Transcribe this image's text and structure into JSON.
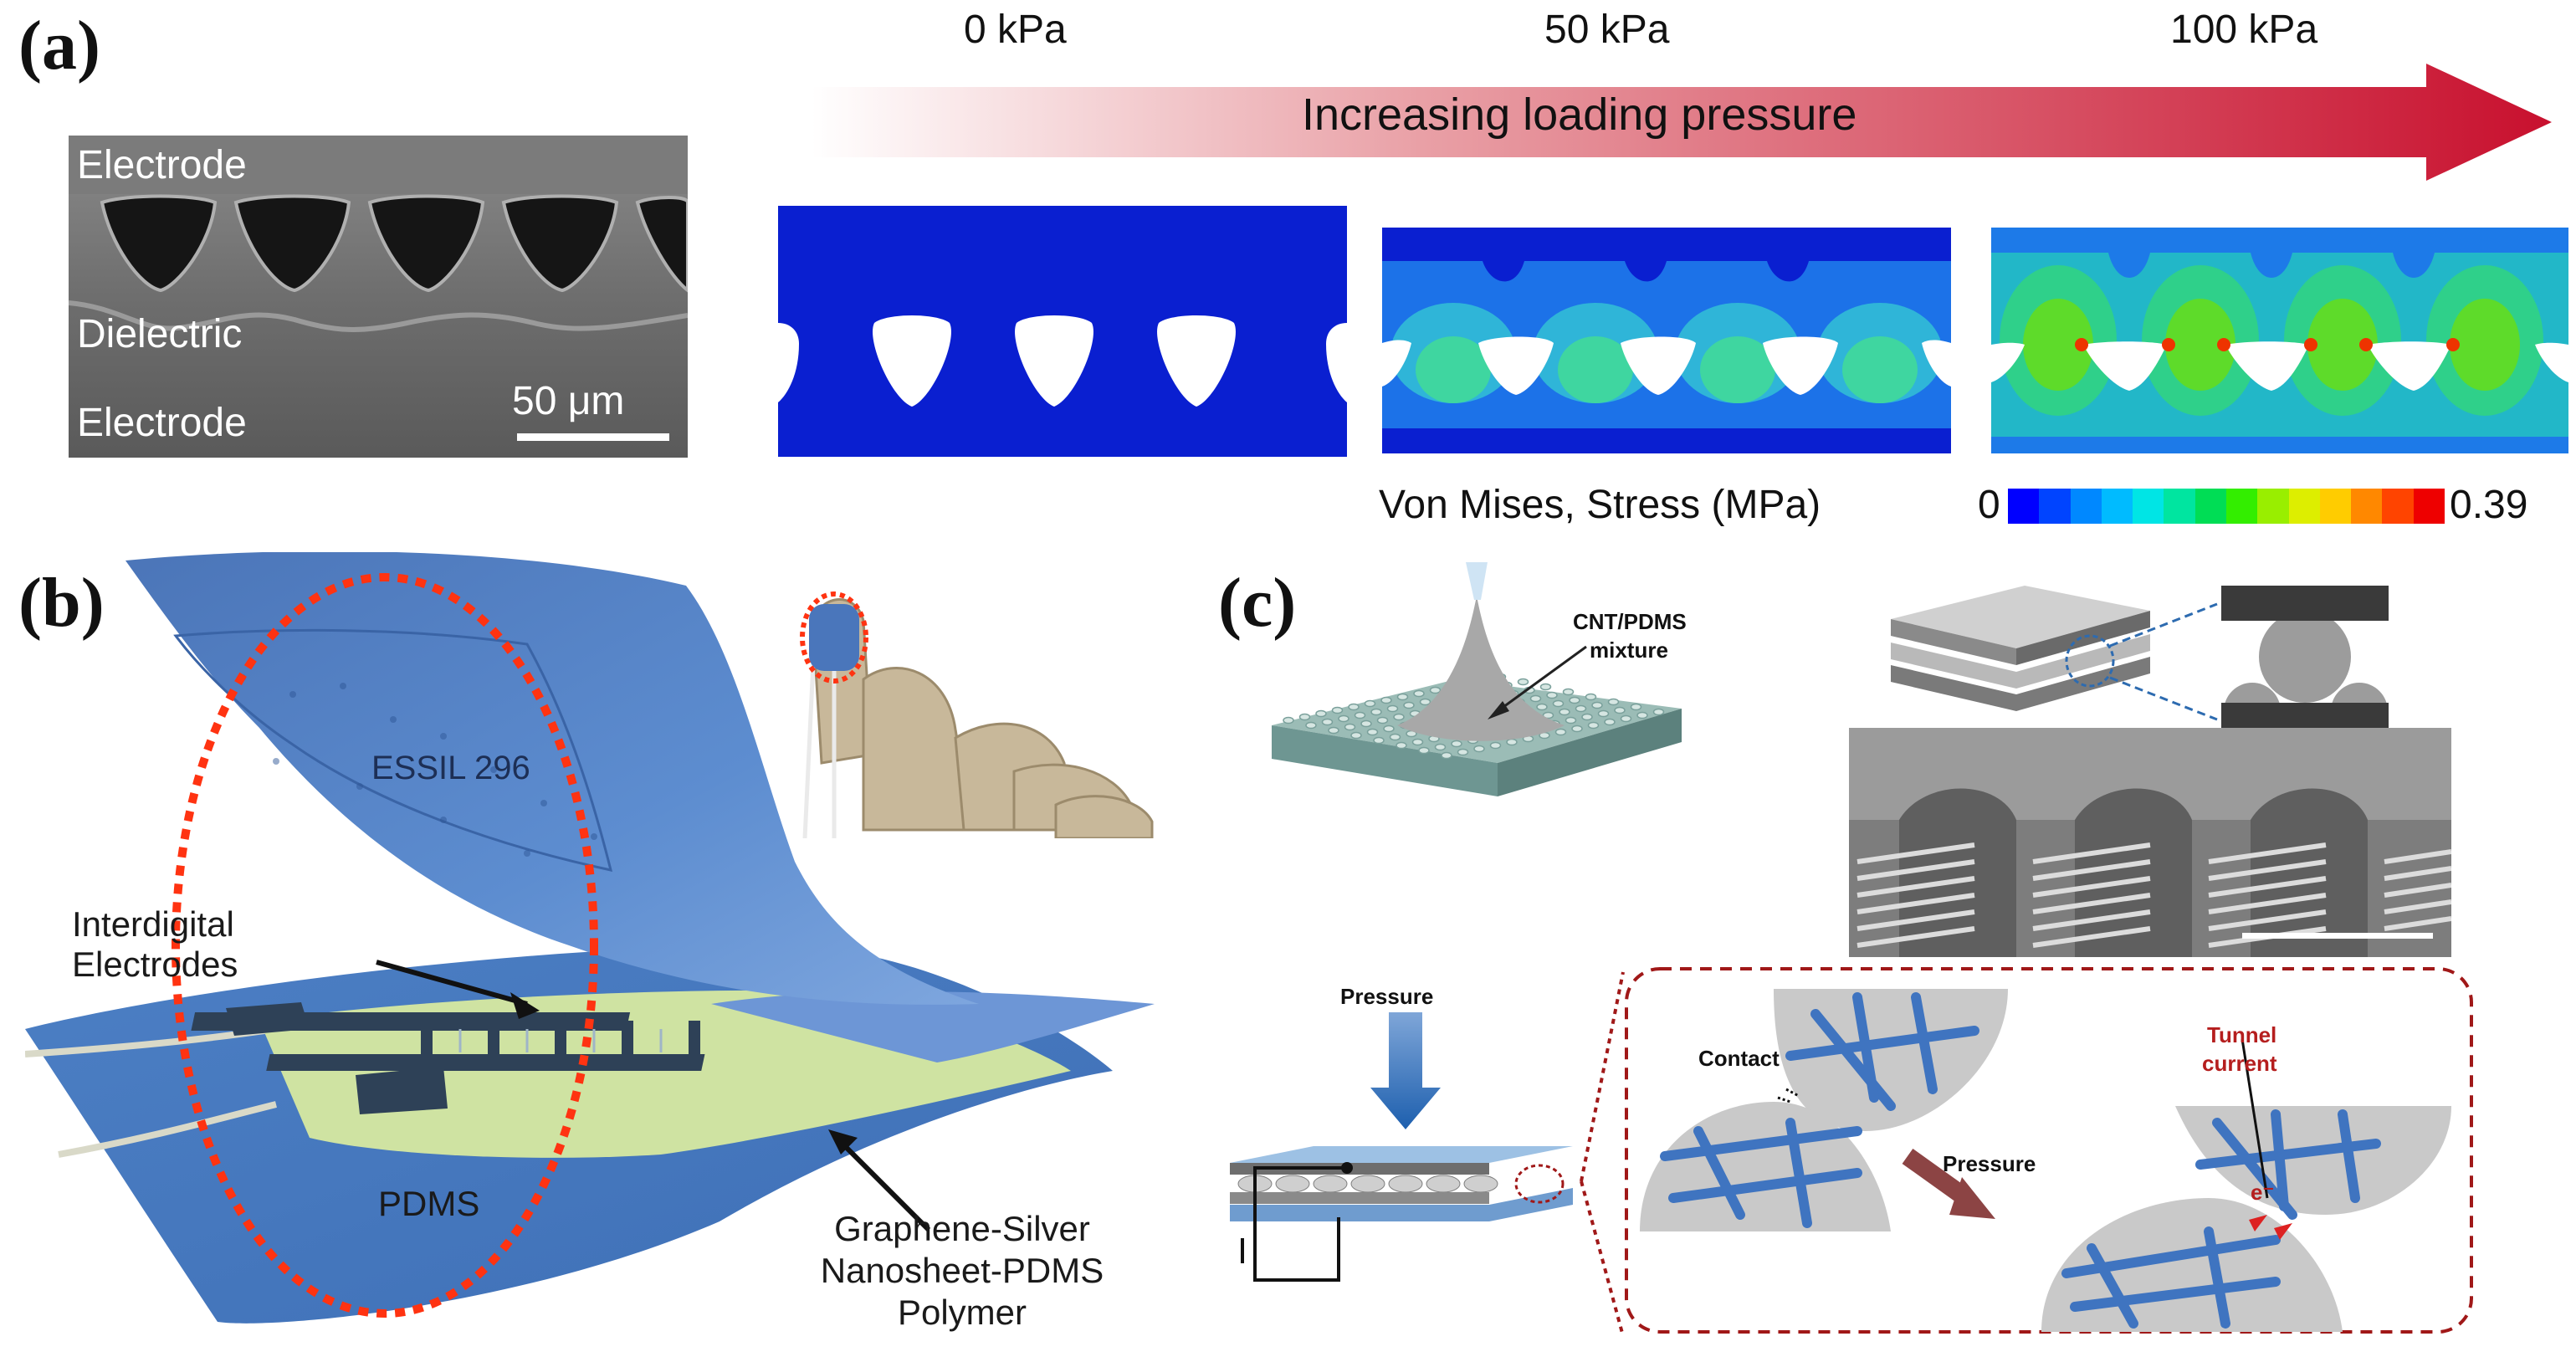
{
  "panel_a": {
    "letter": "(a)",
    "sem": {
      "top_label": "Electrode",
      "mid_label": "Dielectric",
      "bottom_label": "Electrode",
      "scale_bar": "50 μm"
    },
    "pressures": [
      "0 kPa",
      "50 kPa",
      "100 kPa"
    ],
    "arrow_label": "Increasing loading pressure",
    "colorbar": {
      "label": "Von Mises, Stress (MPa)",
      "min": "0",
      "max": "0.39",
      "colors": [
        "#0000ff",
        "#0044ff",
        "#0088ff",
        "#00bbff",
        "#00e5e5",
        "#00e5a0",
        "#00dd55",
        "#33ee00",
        "#99ee00",
        "#ddee00",
        "#ffcc00",
        "#ff8800",
        "#ff4400",
        "#ee0000"
      ]
    }
  },
  "panel_b": {
    "letter": "(b)",
    "sensor_text": "ESSIL 296",
    "electrodes_label_1": "Interdigital",
    "electrodes_label_2": "Electrodes",
    "pdms_label": "PDMS",
    "composite_label_1": "Graphene-Silver",
    "composite_label_2": "Nanosheet-PDMS",
    "composite_label_3": "Polymer"
  },
  "panel_c": {
    "letter": "(c)",
    "mixture_label_1": "CNT/PDMS",
    "mixture_label_2": "mixture",
    "pressure_label": "Pressure",
    "contact_label": "Contact",
    "pressure_label_2": "Pressure",
    "tunnel_label_1": "Tunnel",
    "tunnel_label_2": "current",
    "electron_label": "e⁻"
  }
}
